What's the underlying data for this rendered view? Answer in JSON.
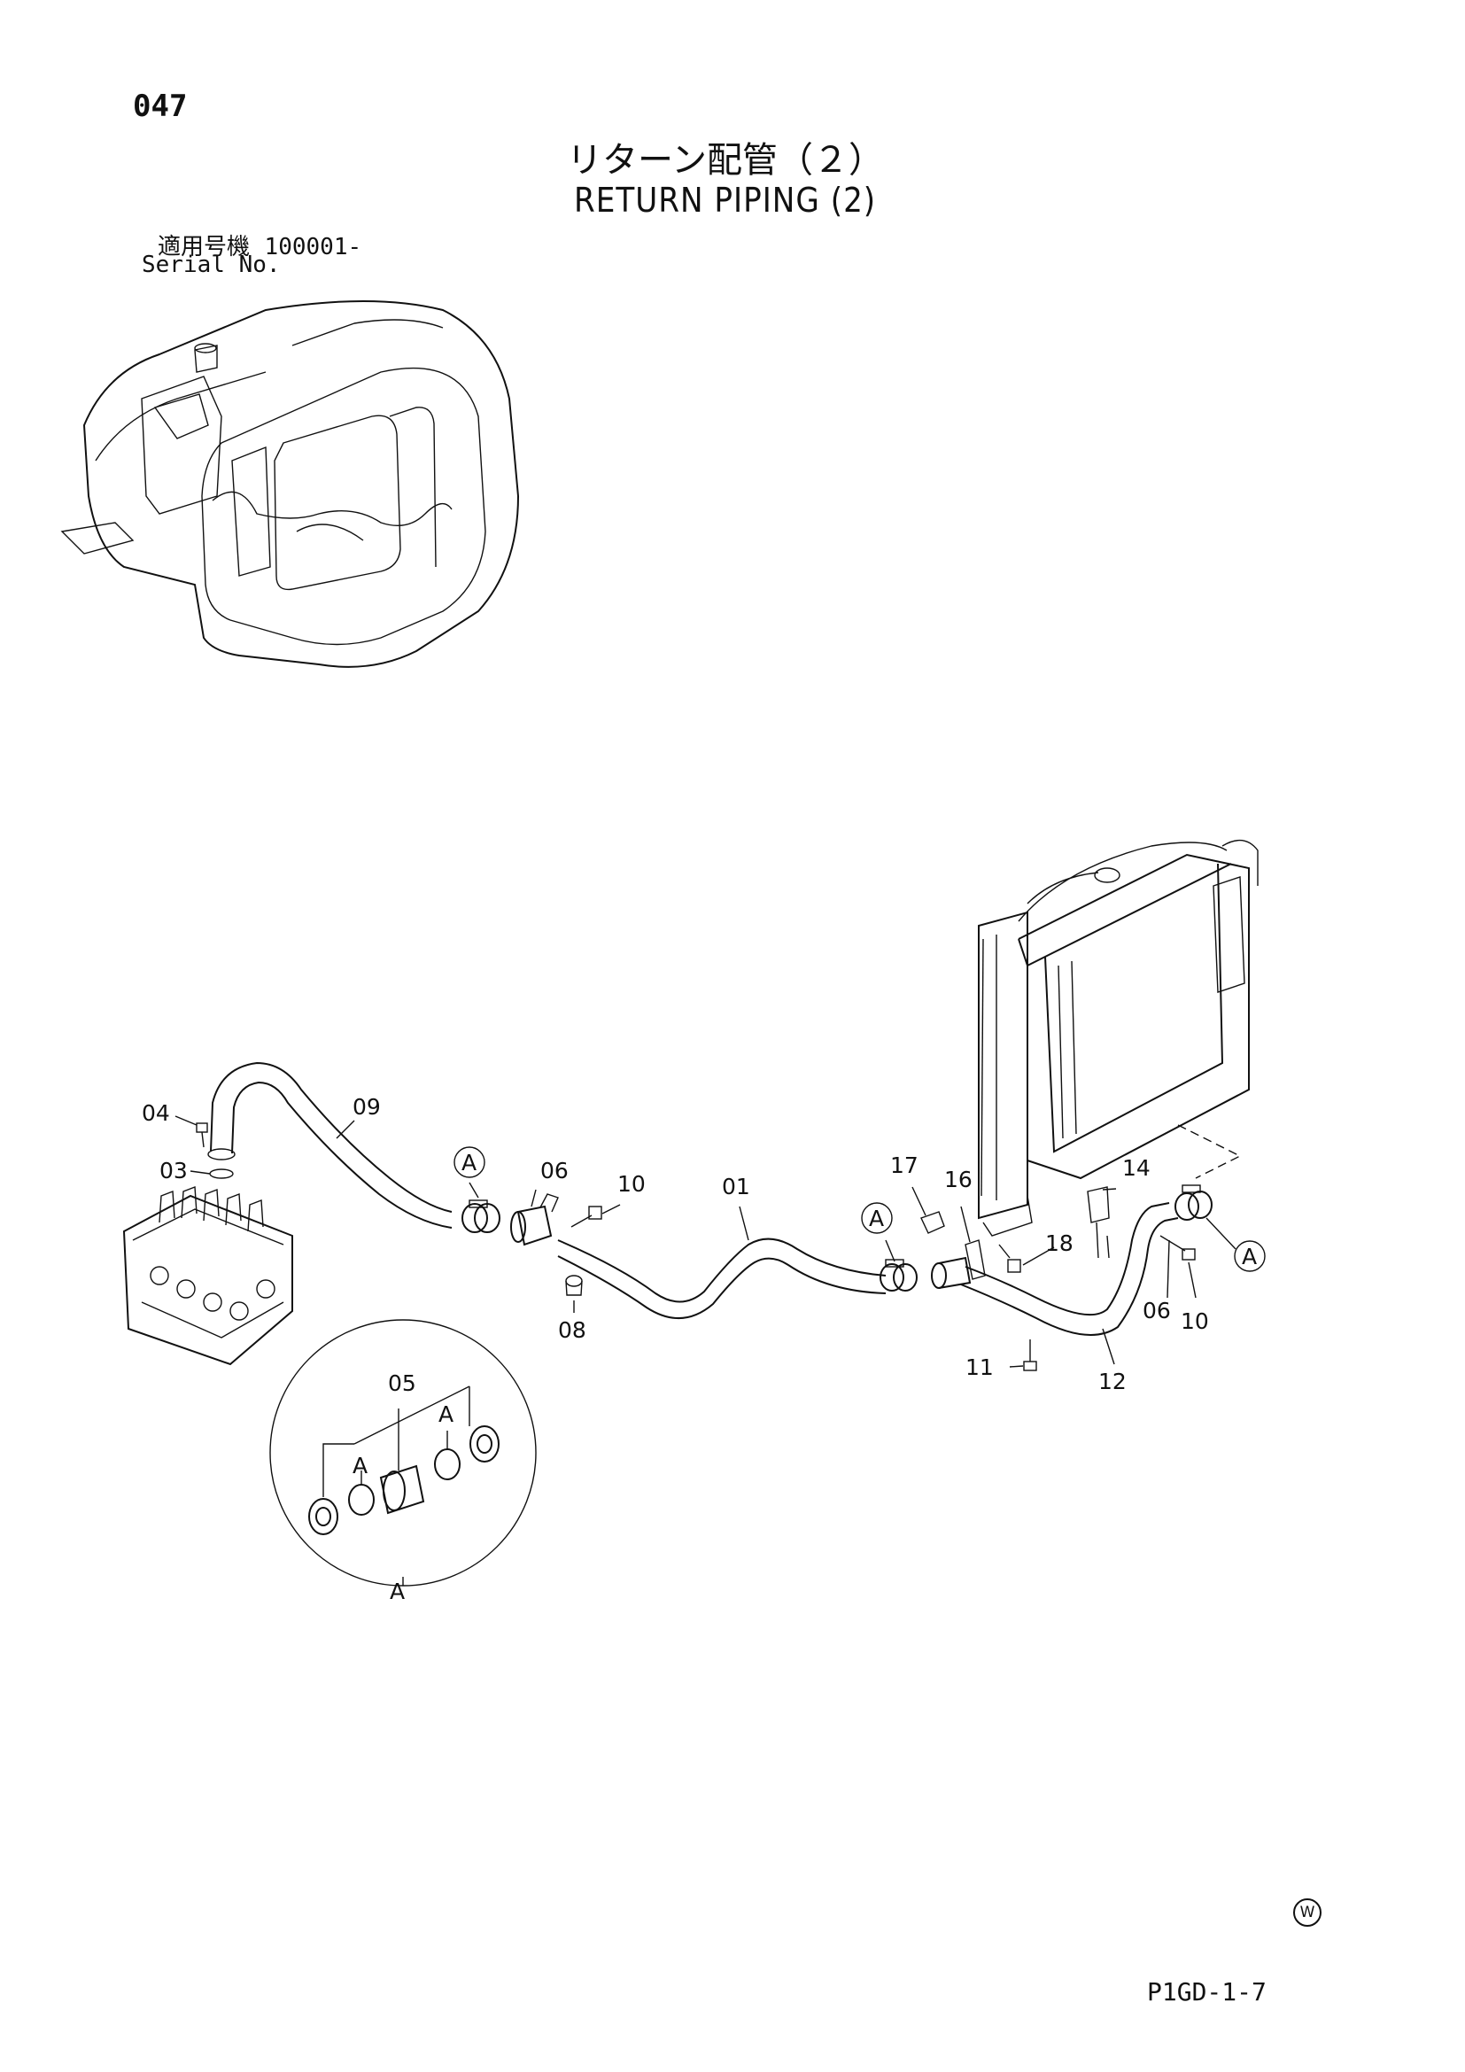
{
  "header": {
    "page_number": "047",
    "title_jp": "リターン配管（２）",
    "title_en": "RETURN PIPING (2)",
    "serial_label_jp": "適用号機",
    "serial_value": "100001-",
    "serial_label_en": "Serial No."
  },
  "callouts": [
    {
      "id": "c01",
      "label": "01"
    },
    {
      "id": "c03",
      "label": "03"
    },
    {
      "id": "c04",
      "label": "04"
    },
    {
      "id": "c05",
      "label": "05"
    },
    {
      "id": "c06a",
      "label": "06"
    },
    {
      "id": "c06b",
      "label": "06"
    },
    {
      "id": "c08",
      "label": "08"
    },
    {
      "id": "c09",
      "label": "09"
    },
    {
      "id": "c10a",
      "label": "10"
    },
    {
      "id": "c10b",
      "label": "10"
    },
    {
      "id": "c11",
      "label": "11"
    },
    {
      "id": "c12",
      "label": "12"
    },
    {
      "id": "c14",
      "label": "14"
    },
    {
      "id": "c16",
      "label": "16"
    },
    {
      "id": "c17",
      "label": "17"
    },
    {
      "id": "c18",
      "label": "18"
    },
    {
      "id": "cA1",
      "label": "A"
    },
    {
      "id": "cA2",
      "label": "A"
    },
    {
      "id": "cA3",
      "label": "A"
    },
    {
      "id": "cA4",
      "label": "A"
    },
    {
      "id": "cA5",
      "label": "A"
    },
    {
      "id": "cA6",
      "label": "A"
    }
  ],
  "footer": {
    "mark": "W",
    "doc_code": "P1GD-1-7"
  }
}
